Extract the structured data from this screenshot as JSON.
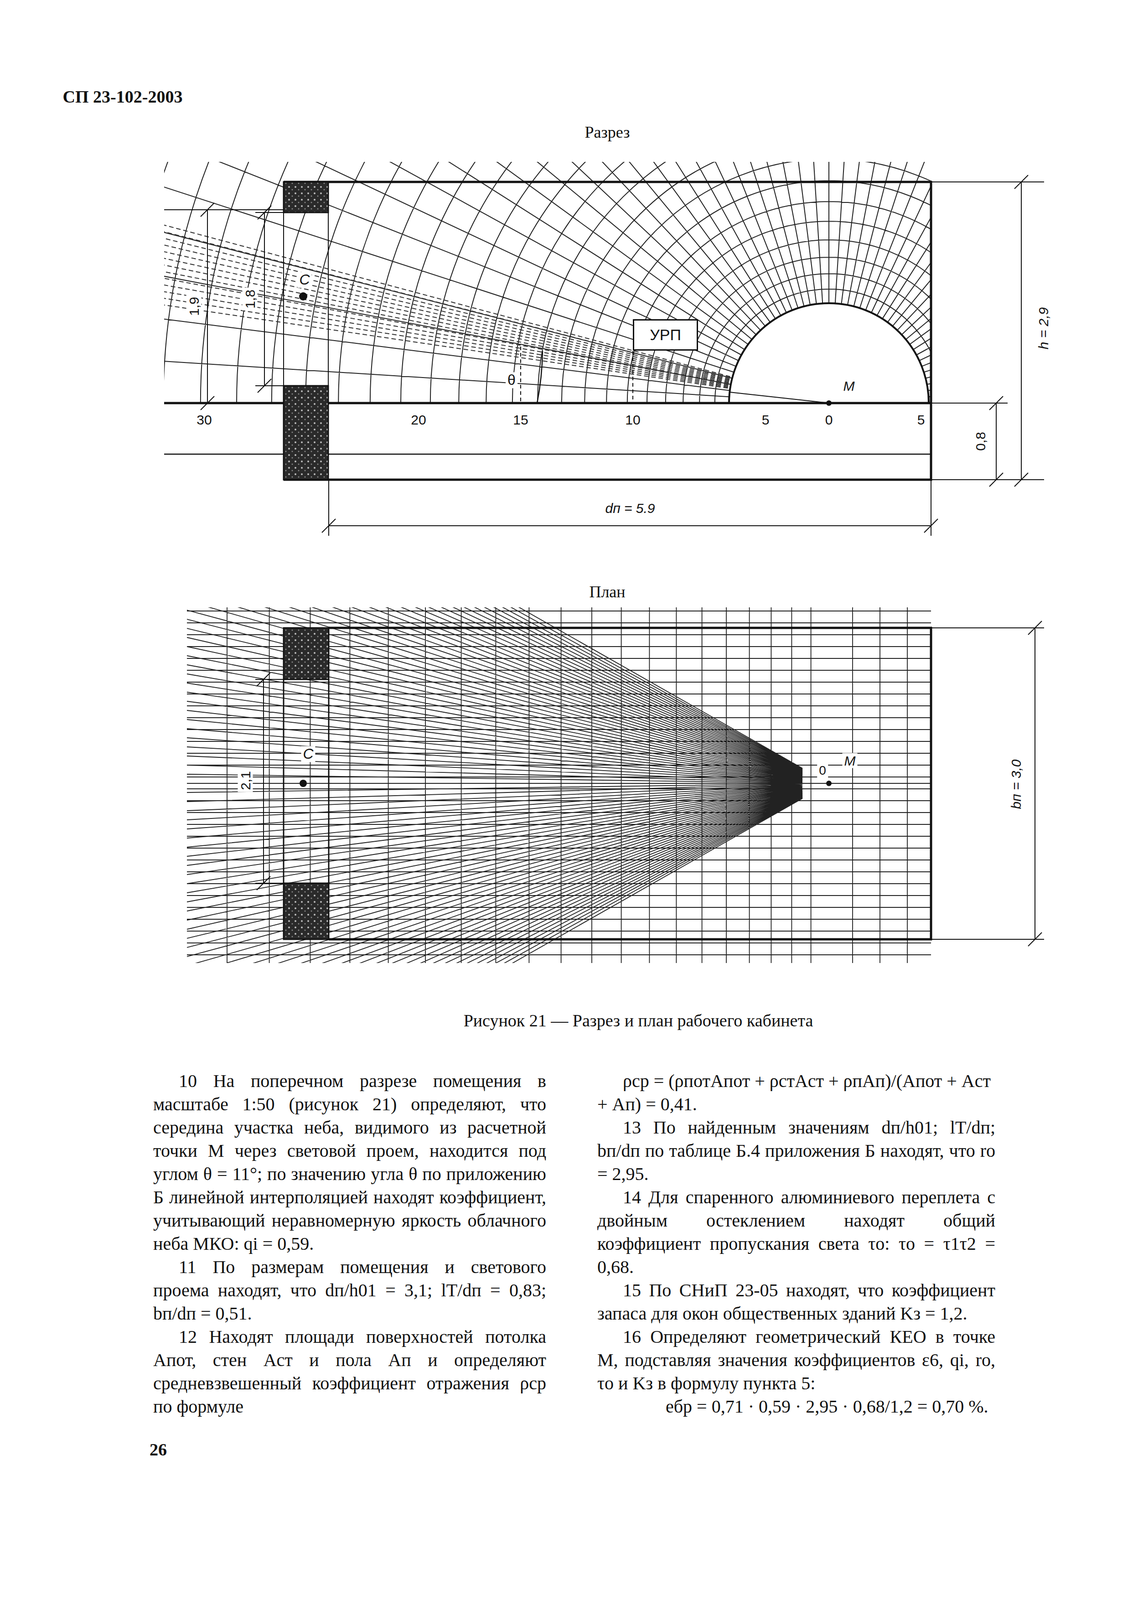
{
  "diagram": {
    "caption": "Рисунок 21 — Разрез и план рабочего кабинета",
    "nodes": [
      {
        "text": [
          "УРП"
        ]
      }
    ],
    "labels": [
      "СП 23-102-2003",
      "Разрез",
      "1,9",
      "1,8",
      "C",
      "θ",
      "M",
      "h = 2,9",
      "0,8",
      "30",
      "20",
      "15",
      "10",
      "5",
      "0",
      "5",
      "dп = 5.9",
      "План",
      "2,1",
      "C",
      "M",
      "0",
      "bп = 3,0",
      "10 На поперечном разрезе помещения в масштабе 1:50 (рисунок 21) определяют, что середина участка неба, видимого из расчетной точки M через световой проем, находится под углом θ = 11°; по значению угла θ по приложению Б линейной интерполяцией находят коэффициент, учитывающий неравномерную яркость облачного неба МКО: qi = 0,59.",
      "11 По размерам помещения и светового проема находят, что dп/h01 = 3,1; lТ/dп = 0,83; bп/dп = 0,51.",
      "12 Находят площади поверхностей потолка Aпот, стен Aст и пола Aп и определяют средневзвешенный коэффициент отражения ρср по формуле",
      "ρср = (ρпотAпот + ρстAст + ρпAп)/(Aпот + Aст + Aп) = 0,41.",
      "13 По найденным значениям dп/h01; lТ/dп; bп/dп по таблице Б.4 приложения Б находят, что rо = 2,95.",
      "14 Для спаренного алюминиевого переплета с двойным остеклением находят общий коэффициент пропускания света τо: τо = τ1τ2 = 0,68.",
      "15 По СНиП 23-05 находят, что коэффициент запаса для окон общественных зданий Kз = 1,2.",
      "16 Определяют геометрический КЕО в точке M, подставляя значения коэффициентов ε6, qi, rо, τо и Kз в формулу пункта 5:",
      "eбр = 0,71 · 0,59 · 2,95 · 0,68/1,2 = 0,70 %.",
      "26"
    ]
  }
}
